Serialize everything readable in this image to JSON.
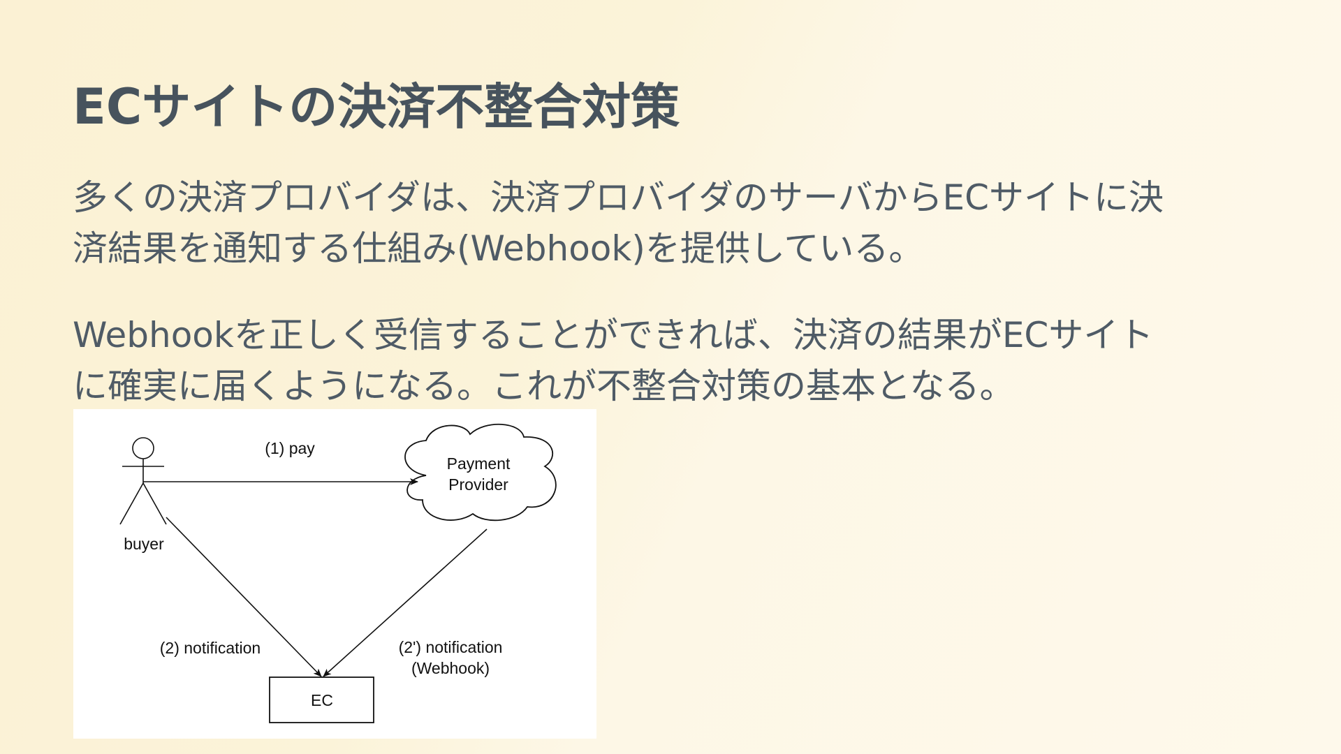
{
  "slide": {
    "title": "ECサイトの決済不整合対策",
    "paragraph1": {
      "line1": "多くの決済プロバイダは、決済プロバイダのサーバからECサイトに決",
      "line2": "済結果を通知する仕組み(Webhook)を提供している。"
    },
    "paragraph2": {
      "line1": "Webhookを正しく受信することができれば、決済の結果がECサイト",
      "line2": "に確実に届くようになる。これが不整合対策の基本となる。"
    }
  },
  "diagram": {
    "nodes": {
      "buyer": "buyer",
      "provider_line1": "Payment",
      "provider_line2": "Provider",
      "ec": "EC"
    },
    "edges": {
      "pay": "(1) pay",
      "notification": "(2) notification",
      "webhook_line1": "(2') notification",
      "webhook_line2": "(Webhook)"
    }
  }
}
